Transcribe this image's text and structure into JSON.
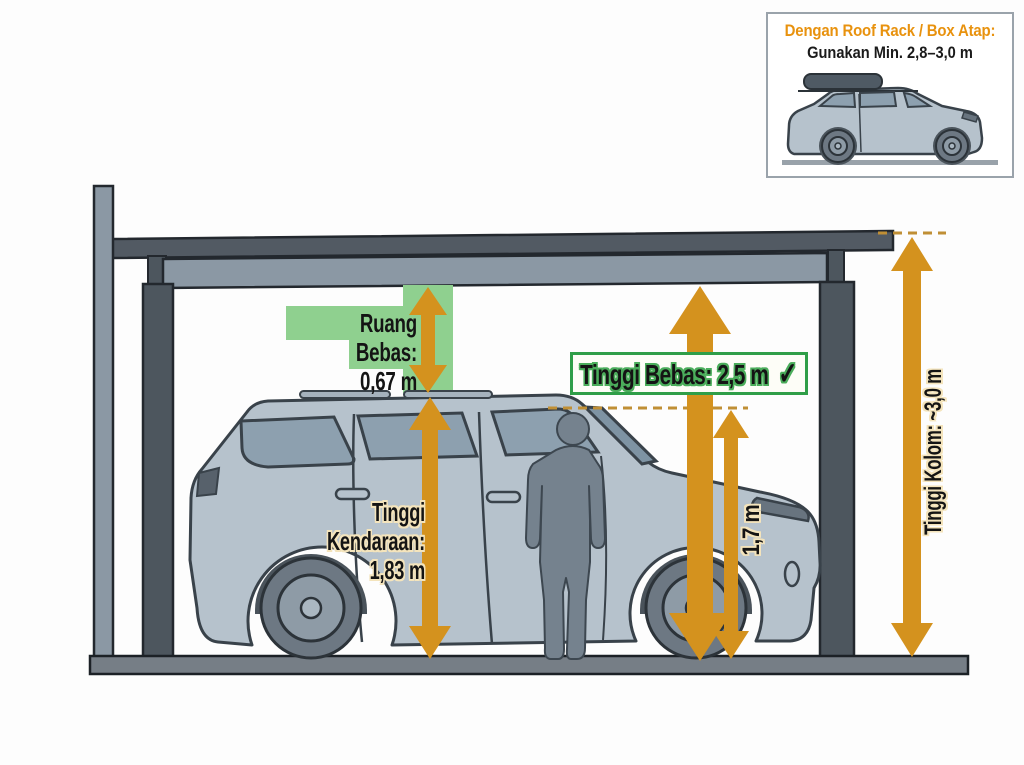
{
  "inset": {
    "title": "Dengan Roof Rack / Box Atap:",
    "subtitle": "Gunakan Min. 2,8–3,0 m"
  },
  "labels": {
    "ruang_bebas": {
      "label": "Ruang Bebas:",
      "value": "0,67 m"
    },
    "tinggi_kendaraan": {
      "label": "Tinggi Kendaraan:",
      "value": "1,83 m"
    },
    "tinggi_bebas": {
      "label": "Tinggi Bebas:",
      "value": "2,5 m",
      "check": "✓"
    },
    "person_height": {
      "value": "1,7 m"
    },
    "tinggi_kolom": {
      "label": "Tinggi Kolom:",
      "value": "~3,0 m"
    }
  },
  "colors": {
    "arrow_orange": "#d4921e",
    "green_background": "#8fd08f",
    "green_border": "#2f9e48",
    "accent_orange_text": "#e8920e",
    "structure_dark": "#525a63",
    "structure_light": "#8b98a4",
    "car_body": "#b6c2cc"
  }
}
